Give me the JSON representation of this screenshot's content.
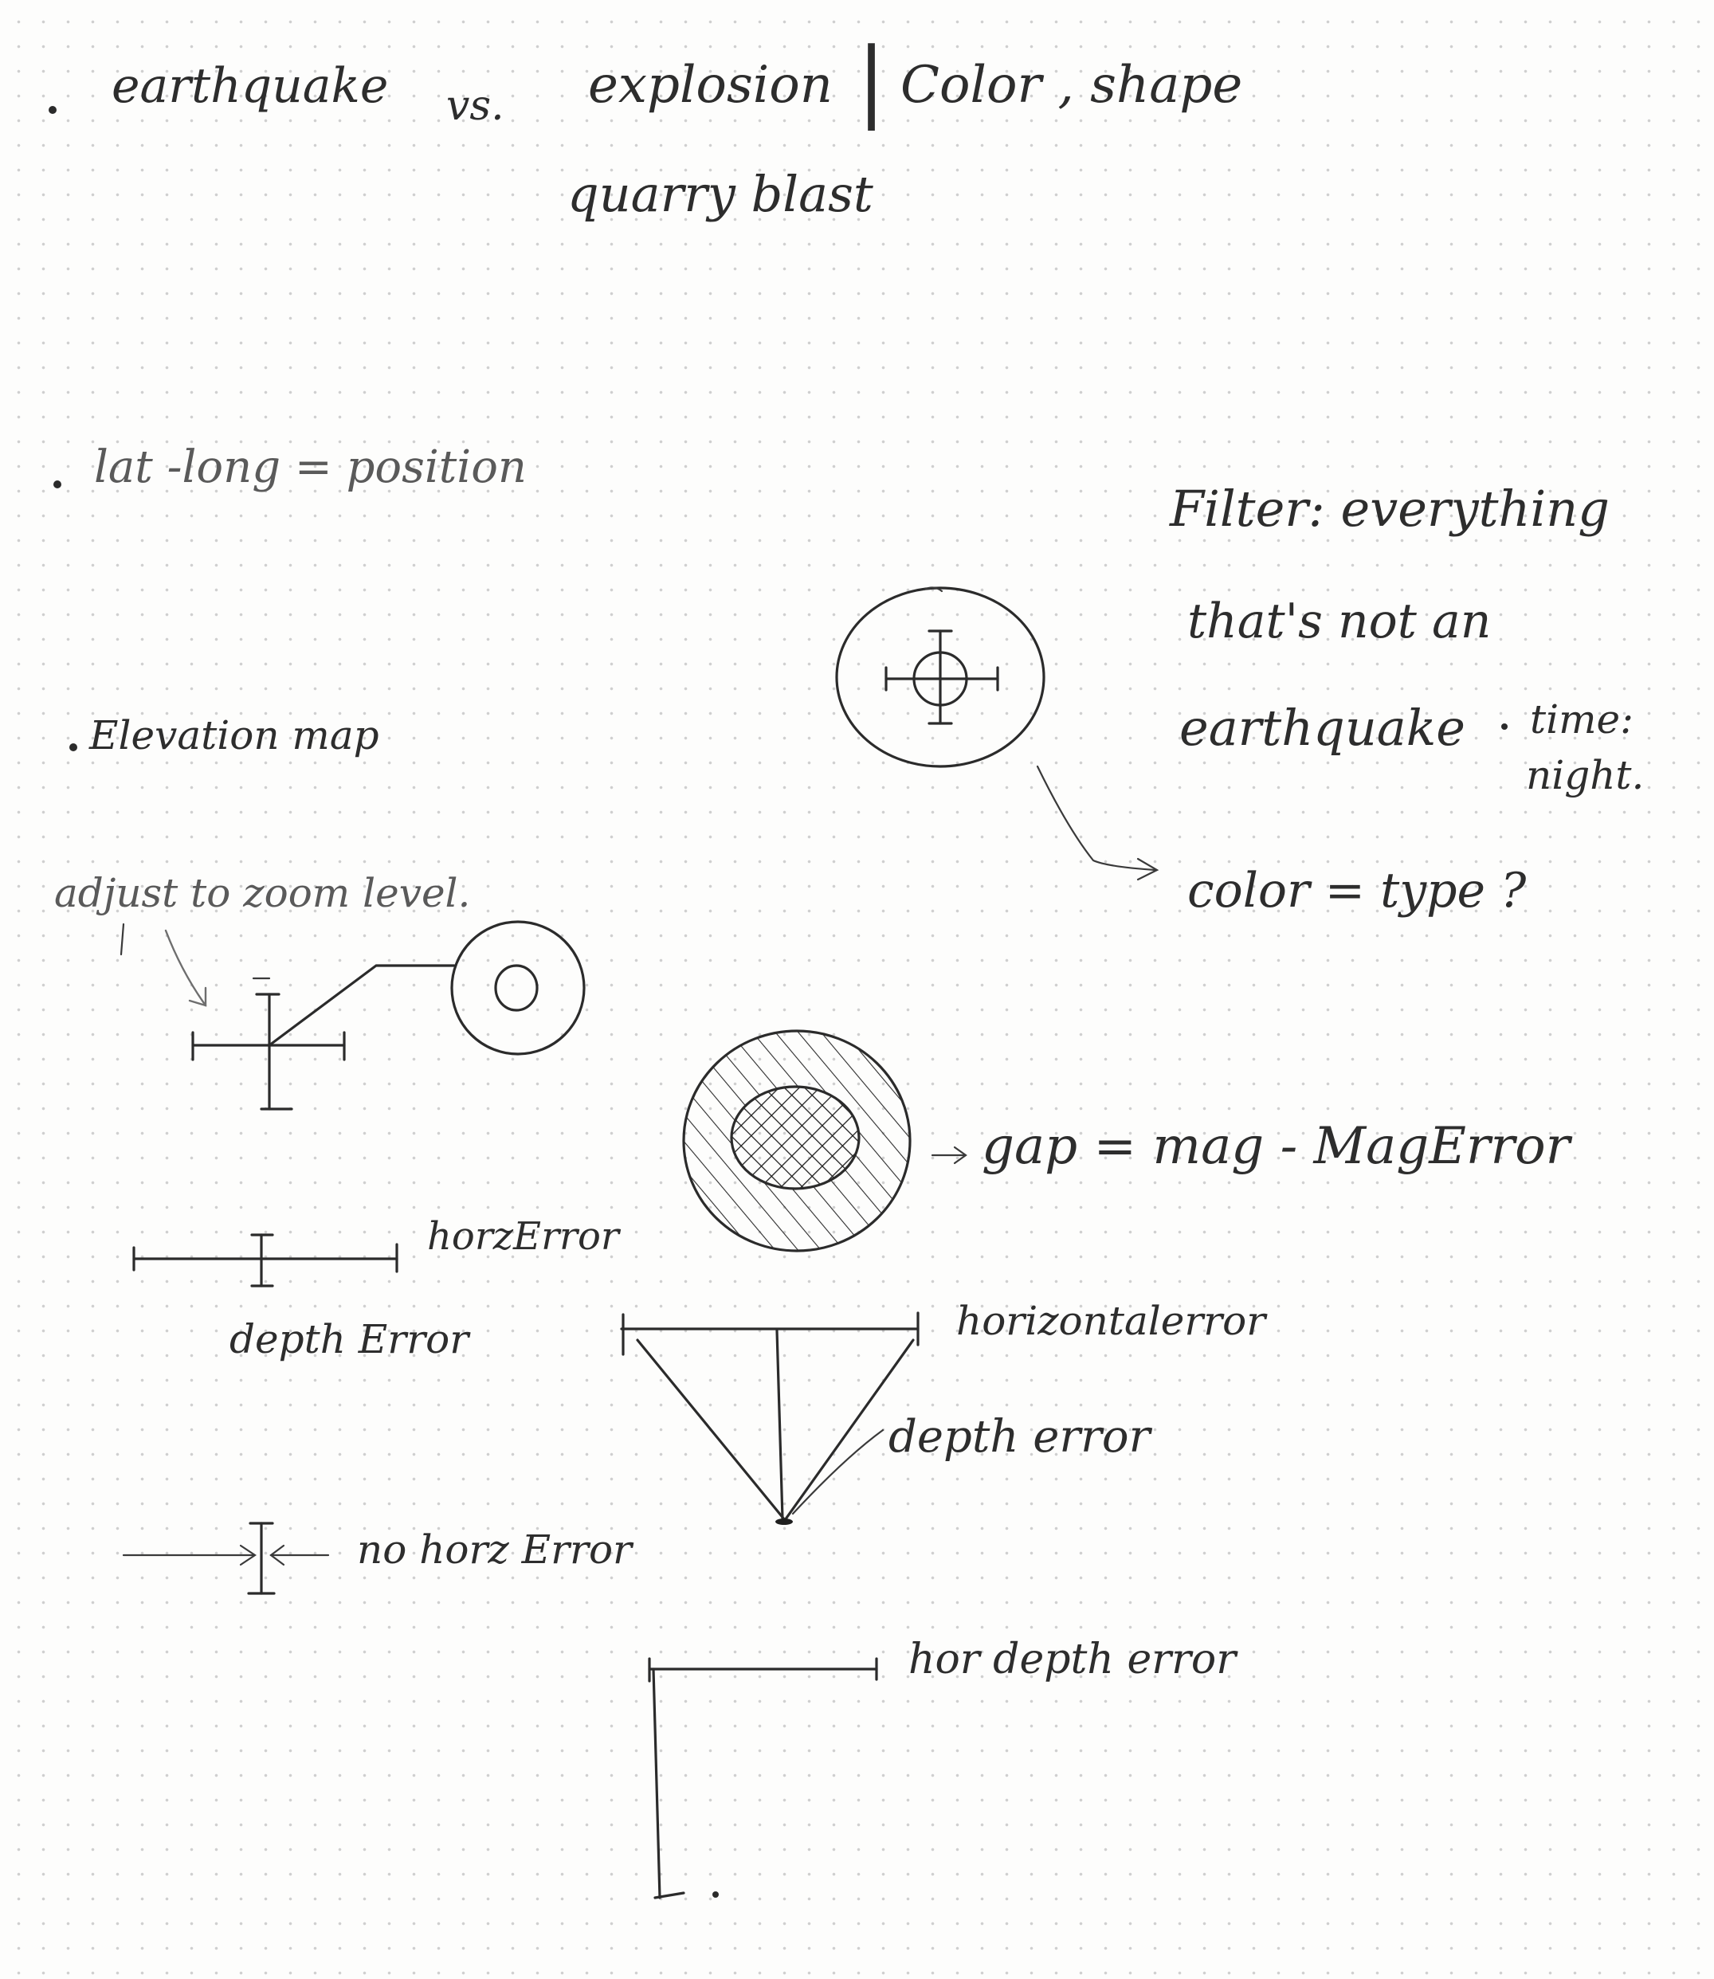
{
  "notes": {
    "earthquake": "earthquake",
    "vs": "vs.",
    "explosion": "explosion",
    "divider": "|",
    "color_shape": "Color , shape",
    "quarry_blast": "quarry blast",
    "lat_long": "lat -long = position",
    "elevation_map": "Elevation map",
    "adjust_zoom": "adjust to zoom level.",
    "filter_line1": "Filter: everything",
    "filter_line2": "that's not an",
    "filter_line3": "earthquake",
    "time_label": "time:",
    "night": "night.",
    "color_type": "color = type ?",
    "gap_formula": "gap = mag - MagError",
    "horz_error": "horzError",
    "depth_error_left": "depth Error",
    "horizontal_error": "horizontalerror",
    "depth_error_right": "depth error",
    "no_horz_error": "no horz Error",
    "hor_depth_error": "hor depth error"
  }
}
